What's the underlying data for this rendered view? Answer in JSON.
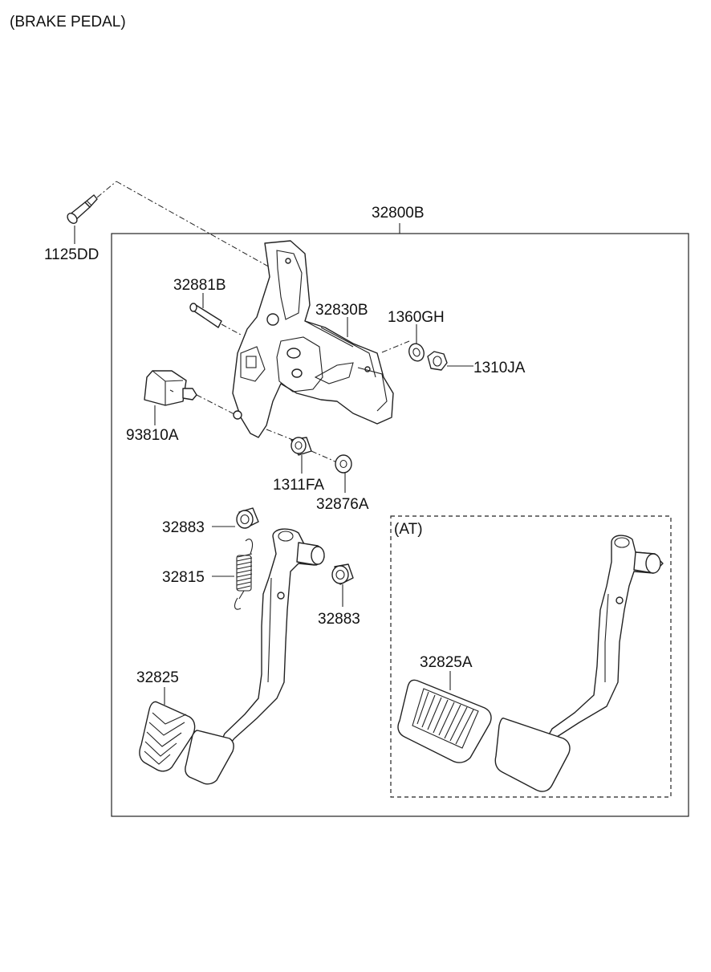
{
  "title": "(BRAKE PEDAL)",
  "assembly_label": "32800B",
  "at_label": "(AT)",
  "labels": {
    "p1125DD": "1125DD",
    "p32881B": "32881B",
    "p32830B": "32830B",
    "p1360GH": "1360GH",
    "p1310JA": "1310JA",
    "p93810A": "93810A",
    "p1311FA": "1311FA",
    "p32876A": "32876A",
    "p32883a": "32883",
    "p32815": "32815",
    "p32883b": "32883",
    "p32825": "32825",
    "p32825A": "32825A"
  }
}
